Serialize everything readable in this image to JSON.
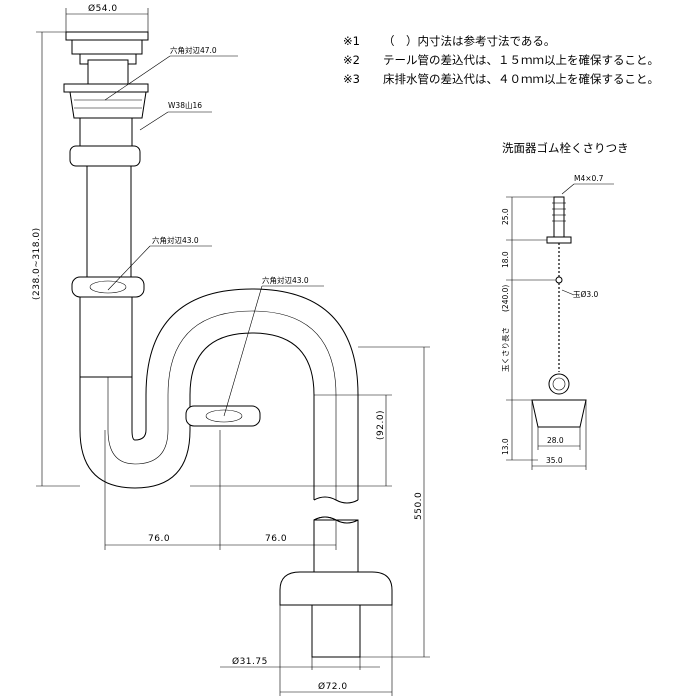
{
  "notes": [
    {
      "mark": "※1",
      "text": "（　）内寸法は参考寸法である。"
    },
    {
      "mark": "※2",
      "text": "テール管の差込代は、１５ｍｍ以上を確保すること。"
    },
    {
      "mark": "※3",
      "text": "床排水管の差込代は、４０ｍｍ以上を確保すること。"
    }
  ],
  "dimensions": {
    "top_diameter": "Ø54.0",
    "hex_top": "六角対辺47.0",
    "thread": "W38山16",
    "hex_mid": "六角対辺43.0",
    "hex_trap": "六角対辺43.0",
    "overall_height": "(238.0~318.0)",
    "trap_depth": "(92.0)",
    "total_height": "550.0",
    "offset_left": "76.0",
    "offset_right": "76.0",
    "pipe_diameter": "Ø31.75",
    "flange_diameter": "Ø72.0"
  },
  "detail": {
    "title": "洗面器ゴム栓くさりつき",
    "bolt": "M4×0.7",
    "dim_25": "25.0",
    "dim_18": "18.0",
    "chain_length": "(240.0)",
    "chain_label": "玉くさり長さ",
    "ball": "玉Ø3.0",
    "stopper_height": "13.0",
    "stopper_bottom": "28.0",
    "stopper_top": "35.0"
  }
}
